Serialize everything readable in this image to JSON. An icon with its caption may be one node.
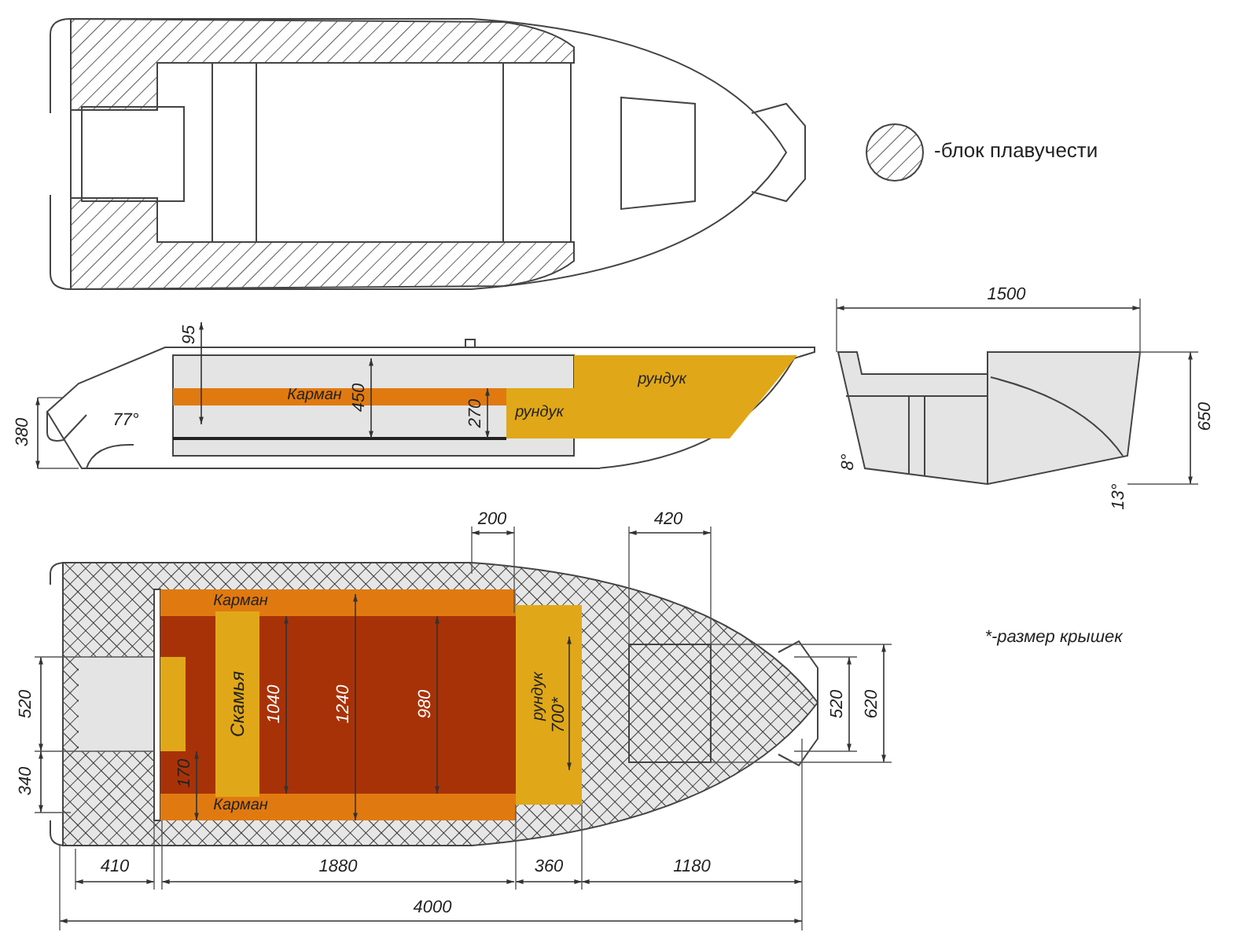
{
  "diagram": {
    "labels": [
      "95",
      "Карман",
      "450",
      "270",
      "рундук",
      "рундук",
      "380",
      "77°",
      "1500",
      "650",
      "8°",
      "13°",
      "200",
      "420",
      "Карман",
      "*-размер крышек",
      "520",
      "Скамья",
      "1040",
      "1240",
      "980",
      "рундук",
      "700*",
      "520",
      "620",
      "340",
      "170",
      "Карман",
      "410",
      "1880",
      "360",
      "1180",
      "4000"
    ],
    "legend": [
      {
        "text": "-блок плавучести"
      }
    ]
  }
}
